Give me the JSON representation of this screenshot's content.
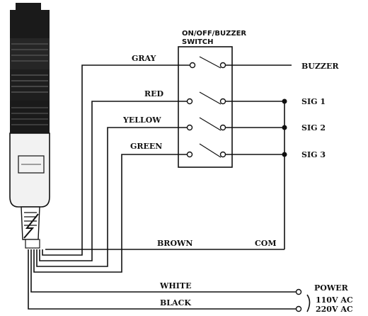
{
  "switch": {
    "title_line1": "ON/OFF/BUZZER",
    "title_line2": "SWITCH"
  },
  "wires": {
    "gray": "GRAY",
    "red": "RED",
    "yellow": "YELLOW",
    "green": "GREEN",
    "brown": "BROWN",
    "white": "WHITE",
    "black": "BLACK"
  },
  "terminals": {
    "buzzer": "BUZZER",
    "sig1": "SIG 1",
    "sig2": "SIG 2",
    "sig3": "SIG 3",
    "com": "COM"
  },
  "power": {
    "label": "POWER",
    "v110": "110V AC",
    "v220": "220V AC"
  },
  "colors": {
    "ink": "#111111",
    "tower_dark": "#1a1a1a",
    "tower_body": "#f2f2f2"
  }
}
